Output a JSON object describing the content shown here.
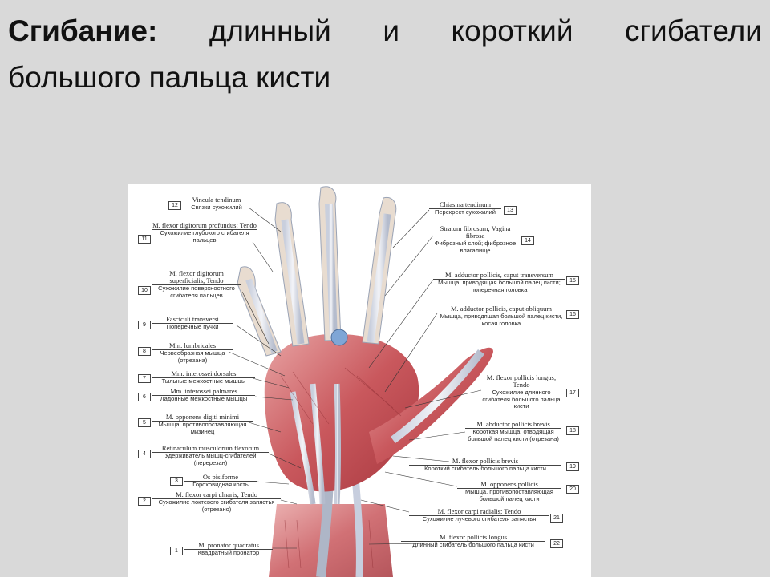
{
  "slide": {
    "title_bold": "Сгибание:",
    "title_words": [
      "длинный",
      "и",
      "короткий",
      "сгибатели"
    ],
    "title_line2": "большого пальца кисти"
  },
  "labels_left": [
    {
      "num": "12",
      "lat": "Vincula tendinum",
      "ru": "Связки сухожилий"
    },
    {
      "num": "11",
      "lat": "M. flexor digitorum profundus; Tendo",
      "ru": "Сухожилие глубокого сгибателя пальцев"
    },
    {
      "num": "10",
      "lat": "M. flexor digitorum superficialis; Tendo",
      "ru": "Сухожилие поверхностного сгибателя пальцев"
    },
    {
      "num": "9",
      "lat": "Fasciculi transversi",
      "ru": "Поперечные пучки"
    },
    {
      "num": "8",
      "lat": "Mm. lumbricales",
      "ru": "Червеобразная мышца (отрезана)"
    },
    {
      "num": "7",
      "lat": "Mm. interossei dorsales",
      "ru": "Тыльные межкостные мышцы"
    },
    {
      "num": "6",
      "lat": "Mm. interossei palmares",
      "ru": "Ладонные межкостные мышцы"
    },
    {
      "num": "5",
      "lat": "M. opponens digiti minimi",
      "ru": "Мышца, противопоставляющая мизинец"
    },
    {
      "num": "4",
      "lat": "Retinaculum musculorum flexorum",
      "ru": "Удерживатель мышц-сгибателей (перерезан)"
    },
    {
      "num": "3",
      "lat": "Os pisiforme",
      "ru": "Гороховидная кость"
    },
    {
      "num": "2",
      "lat": "M. flexor carpi ulnaris; Tendo",
      "ru": "Сухожилие локтевого сгибателя запястья (отрезано)"
    },
    {
      "num": "1",
      "lat": "M. pronator quadratus",
      "ru": "Квадратный пронатор"
    }
  ],
  "labels_right": [
    {
      "num": "13",
      "lat": "Chiasma tendinum",
      "ru": "Перекрест сухожилий"
    },
    {
      "num": "14",
      "lat": "Stratum fibrosum; Vagina fibrosa",
      "ru": "Фиброзный слой; фиброзное влагалище"
    },
    {
      "num": "15",
      "lat": "M. adductor pollicis, caput transversum",
      "ru": "Мышца, приводящая большой палец кисти; поперечная головка"
    },
    {
      "num": "16",
      "lat": "M. adductor pollicis, caput obliquum",
      "ru": "Мышца, приводящая большой палец кисти, косая головка"
    },
    {
      "num": "17",
      "lat": "M. flexor pollicis longus; Tendo",
      "ru": "Сухожилие длинного сгибателя большого пальца кисти"
    },
    {
      "num": "18",
      "lat": "M. abductor pollicis brevis",
      "ru": "Короткая мышца, отводящая большой палец кисти (отрезана)"
    },
    {
      "num": "19",
      "lat": "M. flexor pollicis brevis",
      "ru": "Короткий сгибатель большого пальца кисти"
    },
    {
      "num": "20",
      "lat": "M. opponens pollicis",
      "ru": "Мышца, противопоставляющая большой палец кисти"
    },
    {
      "num": "21",
      "lat": "M. flexor carpi radialis; Tendo",
      "ru": "Сухожилие лучевого сгибателя запястья"
    },
    {
      "num": "22",
      "lat": "M. flexor pollicis longus",
      "ru": "Длинный сгибатель большого пальца кисти"
    }
  ]
}
